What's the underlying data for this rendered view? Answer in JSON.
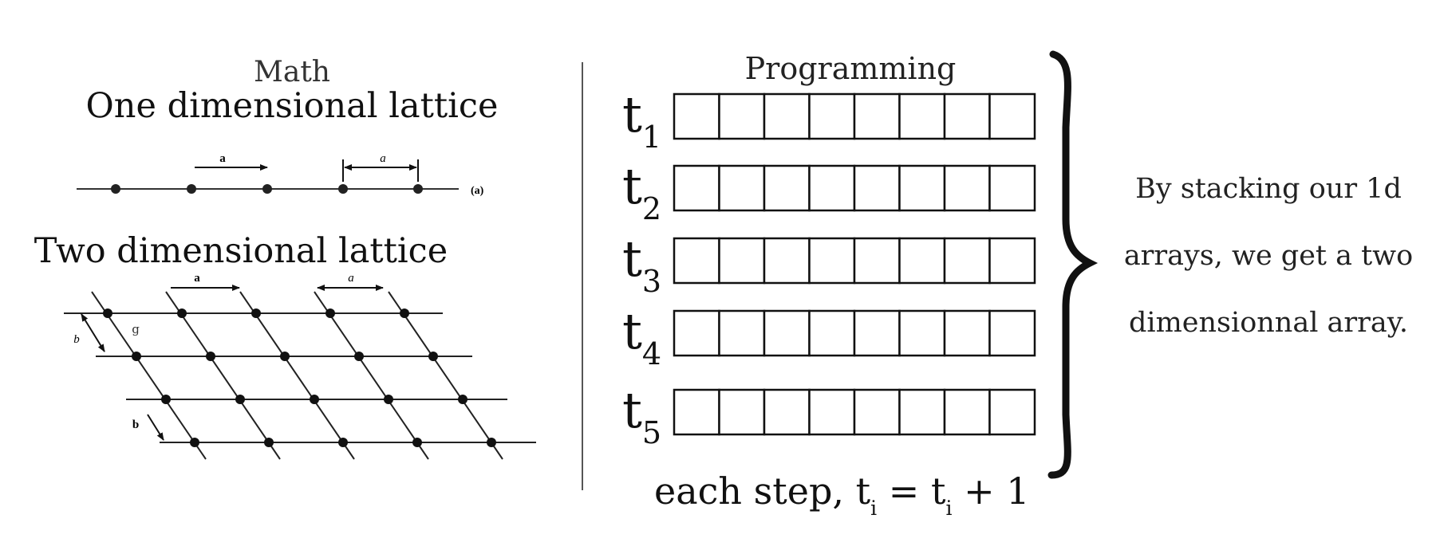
{
  "left_panel": {
    "heading": "Math",
    "one_d": {
      "title": "One dimensional lattice",
      "spacing_label_1": "a",
      "spacing_label_2": "a",
      "panel_tag": "(a)"
    },
    "two_d": {
      "title": "Two dimensional lattice",
      "vector_a_label": "a",
      "spacing_a_label": "a",
      "spacing_b_label": "b",
      "vector_b_label": "b",
      "angle_label": "g"
    }
  },
  "right_panel": {
    "heading": "Programming",
    "cells_per_row": 8,
    "rows": [
      {
        "var": "t",
        "sub": "1"
      },
      {
        "var": "t",
        "sub": "2"
      },
      {
        "var": "t",
        "sub": "3"
      },
      {
        "var": "t",
        "sub": "4"
      },
      {
        "var": "t",
        "sub": "5"
      }
    ],
    "equation": {
      "prefix": "each step, ",
      "lhs_var": "t",
      "lhs_sub": "i",
      "equals": " = ",
      "rhs_var": "t",
      "rhs_sub": "i",
      "tail": " + 1"
    }
  },
  "annotation": {
    "lines": [
      "By stacking our 1d",
      "arrays, we get a two",
      "dimensionnal array."
    ]
  }
}
